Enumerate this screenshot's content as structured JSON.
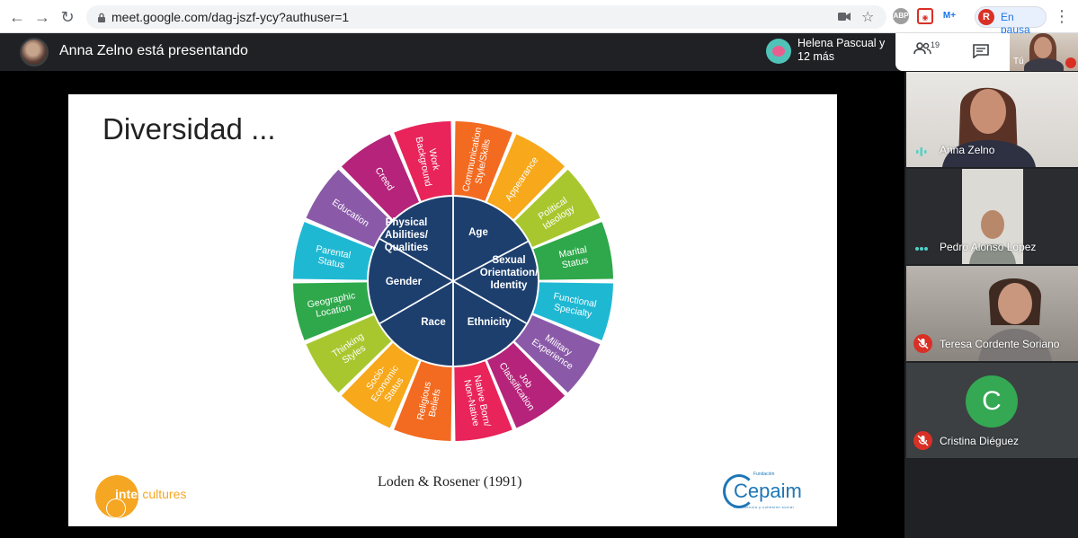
{
  "browser": {
    "url": "meet.google.com/dag-jszf-ycy?authuser=1",
    "profile_initial": "R",
    "profile_status": "En pausa",
    "extensions": [
      "ABP",
      "M+"
    ]
  },
  "meeting": {
    "presenter_title": "Anna Zelno está presentando",
    "recent_participant": "Helena Pascual y 12 más",
    "people_count": "19",
    "self_label": "Tú"
  },
  "slide": {
    "title": "Diversidad ...",
    "citation": "Loden & Rosener (1991)",
    "logo_left": {
      "part1": "inter",
      "part2": "cultures"
    },
    "logo_right": {
      "fund": "Fundación",
      "name": "Cepaim",
      "sub": "convivencia y cohesión social"
    }
  },
  "wheel": {
    "inner": [
      {
        "label": [
          "Physical",
          "Abilities/",
          "Qualities"
        ]
      },
      {
        "label": [
          "Age"
        ]
      },
      {
        "label": [
          "Sexual",
          "Orientation/",
          "Identity"
        ]
      },
      {
        "label": [
          "Ethnicity"
        ]
      },
      {
        "label": [
          "Race"
        ]
      },
      {
        "label": [
          "Gender"
        ]
      }
    ],
    "outer": [
      {
        "label": [
          "Communication",
          "Style/Skills"
        ],
        "color": "#f26b21"
      },
      {
        "label": [
          "Appearance"
        ],
        "color": "#f7a81b"
      },
      {
        "label": [
          "Political",
          "Ideology"
        ],
        "color": "#a8c72f"
      },
      {
        "label": [
          "Marital",
          "Status"
        ],
        "color": "#2ea84a"
      },
      {
        "label": [
          "Functional",
          "Specialty"
        ],
        "color": "#1fb8d3"
      },
      {
        "label": [
          "Military",
          "Experience"
        ],
        "color": "#8a5aa8"
      },
      {
        "label": [
          "Job",
          "Classification"
        ],
        "color": "#b5247a"
      },
      {
        "label": [
          "Native Born/",
          "Non-Native"
        ],
        "color": "#e8245a"
      },
      {
        "label": [
          "Religious",
          "Beliefs"
        ],
        "color": "#f26b21"
      },
      {
        "label": [
          "Socio-",
          "Economic",
          "Status"
        ],
        "color": "#f7a81b"
      },
      {
        "label": [
          "Thinking",
          "Styles"
        ],
        "color": "#a8c72f"
      },
      {
        "label": [
          "Geographic",
          "Location"
        ],
        "color": "#2ea84a"
      },
      {
        "label": [
          "Parental",
          "Status"
        ],
        "color": "#1fb8d3"
      },
      {
        "label": [
          "Education"
        ],
        "color": "#8a5aa8"
      },
      {
        "label": [
          "Creed"
        ],
        "color": "#b5247a"
      },
      {
        "label": [
          "Work",
          "Background"
        ],
        "color": "#e8245a"
      }
    ],
    "inner_color": "#1d3f6e"
  },
  "participants": [
    {
      "name": "Anna Zelno",
      "state": "speaking"
    },
    {
      "name": "Pedro Alonso Lopez",
      "state": "dots"
    },
    {
      "name": "Teresa Cordente Soriano",
      "state": "muted"
    },
    {
      "name": "Cristina Diéguez",
      "state": "muted",
      "initial": "C"
    }
  ]
}
